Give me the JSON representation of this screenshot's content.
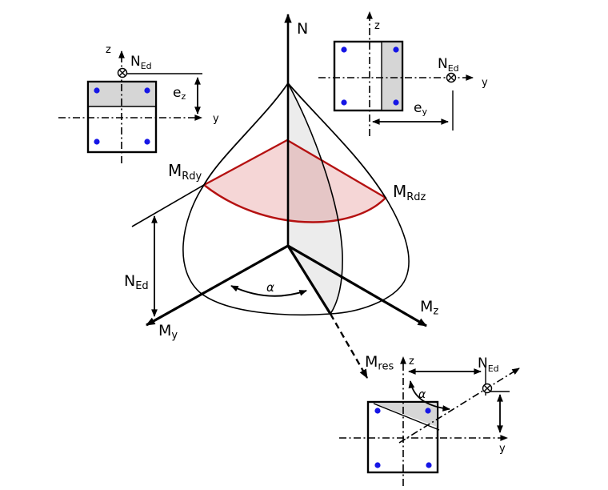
{
  "diagram": {
    "main": {
      "n_axis_label": "N",
      "my_label": {
        "base": "M",
        "sub": "y"
      },
      "mz_label": {
        "base": "M",
        "sub": "z"
      },
      "mres_label": {
        "base": "M",
        "sub": "res"
      },
      "mrdy_label": {
        "base": "M",
        "sub": "Rdy"
      },
      "mrdz_label": {
        "base": "M",
        "sub": "Rdz"
      },
      "ned_label": {
        "base": "N",
        "sub": "Ed"
      },
      "alpha_label": "α"
    },
    "inset_top_left": {
      "z_label": "z",
      "y_label": "y",
      "ned_label": {
        "base": "N",
        "sub": "Ed"
      },
      "ez_label": {
        "base": "e",
        "sub": "z"
      }
    },
    "inset_top_right": {
      "z_label": "z",
      "y_label": "y",
      "ned_label": {
        "base": "N",
        "sub": "Ed"
      },
      "ey_label": {
        "base": "e",
        "sub": "y"
      }
    },
    "inset_bottom_right": {
      "z_label": "z",
      "y_label": "y",
      "ned_label": {
        "base": "N",
        "sub": "Ed"
      },
      "alpha_label": "α"
    },
    "colors": {
      "line_black": "#000000",
      "cut_stroke_red": "#b51111",
      "cut_fill_pink": "rgba(200,30,30,0.18)",
      "plane_fill_gray": "#ececec",
      "compression_fill_gray": "#d6d6d6",
      "rebar_blue": "#1616e6"
    }
  }
}
